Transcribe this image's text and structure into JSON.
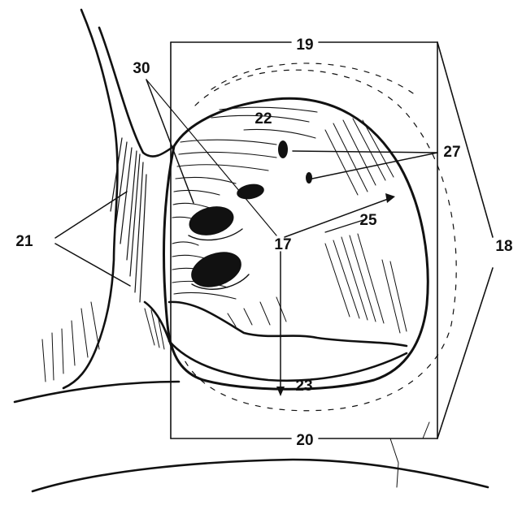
{
  "figure": {
    "labels": {
      "l17": "17",
      "l18": "18",
      "l19": "19",
      "l20": "20",
      "l21": "21",
      "l22": "22",
      "l23": "23",
      "l25": "25",
      "l27": "27",
      "l30": "30"
    },
    "ink_color": "#111111",
    "background_color": "#ffffff"
  }
}
